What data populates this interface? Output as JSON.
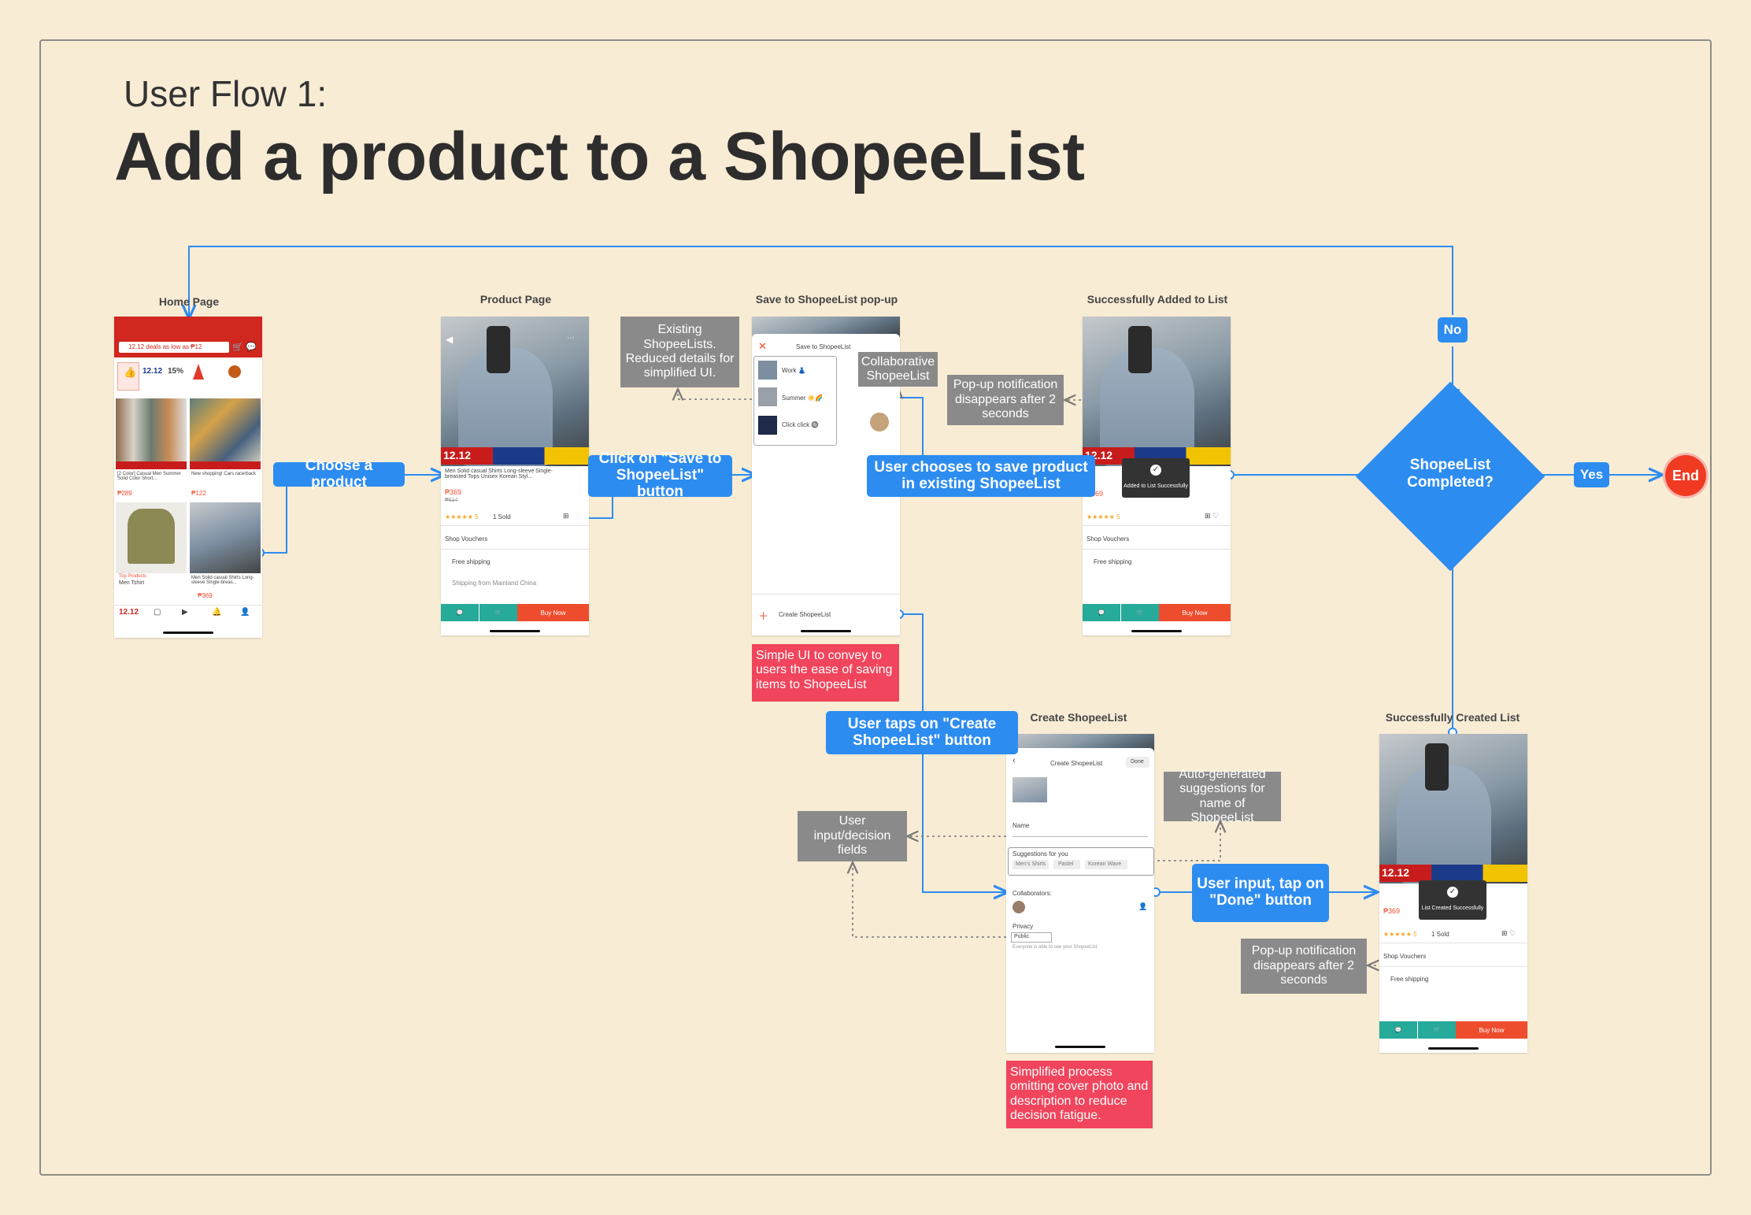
{
  "header": {
    "subtitle": "User Flow 1:",
    "title": "Add a product to a ShopeeList"
  },
  "screens": {
    "home": {
      "label": "Home Page",
      "search": "12.12 deals as low as ₱12",
      "cat1": "12.12",
      "cat2": "15%",
      "item1_name": "[2 Color] Casual Men Summer Solid Color Short...",
      "item1_price": "₱289",
      "item2_name": "New shopping! Cars racerback",
      "item2_price": "₱122",
      "item3_tag": "Top Products",
      "item3_name": "Men Tshirt",
      "item4_name": "Men Solid casual Shirts Long-sleeve Single-breas...",
      "item4_price": "₱369",
      "nav_logo": "12.12"
    },
    "product": {
      "label": "Product Page",
      "name": "Men Solid casual Shirts Long-sleeve Single-breasted Tops Unisex Korean Styl...",
      "price": "₱369",
      "old_price": "₱614",
      "sold": "1 Sold",
      "vouchers": "Shop Vouchers",
      "shipping": "Free shipping",
      "ship_from": "Shipping from Mainland China",
      "buy": "Buy Now",
      "banner": "12.12"
    },
    "popup": {
      "label": "Save to ShopeeList pop-up",
      "header": "Save to ShopeeList",
      "list1": "Work 👗",
      "list2": "Summer ☀️🌈",
      "list3": "Click click 🔘",
      "create": "Create ShopeeList"
    },
    "added": {
      "label": "Successfully Added to List",
      "toast": "Added to List Successfully",
      "price": "₱369",
      "vouchers": "Shop Vouchers",
      "shipping": "Free shipping",
      "buy": "Buy Now"
    },
    "create": {
      "label": "Create ShopeeList",
      "header": "Create ShopeeList",
      "done": "Done",
      "name_label": "Name",
      "suggest_label": "Suggestions for you",
      "chip1": "Men's Shirts",
      "chip2": "Pastel",
      "chip3": "Korean Wave",
      "collab_label": "Collaborators:",
      "privacy_label": "Privacy",
      "privacy_value": "Public",
      "privacy_hint": "Everyone is able to see your ShopeeList"
    },
    "created": {
      "label": "Successfully Created List",
      "toast": "List Created Successfully",
      "price": "₱369",
      "sold": "1 Sold",
      "vouchers": "Shop Vouchers",
      "shipping": "Free shipping",
      "buy": "Buy Now"
    }
  },
  "flow": {
    "choose": "Choose a product",
    "click_save": "Click on \"Save to ShopeeList\" button",
    "choose_existing": "User chooses to save product in existing ShopeeList",
    "taps_create": "User taps on \"Create ShopeeList\" button",
    "input_done": "User input, tap on \"Done\" button",
    "decision": "ShopeeList Completed?",
    "yes": "Yes",
    "no": "No",
    "end": "End"
  },
  "notes": {
    "existing": "Existing ShopeeLists. Reduced details for simplified UI.",
    "collab": "Collaborative ShopeeList",
    "popup_disappears_1": "Pop-up notification disappears after 2 seconds",
    "simple_ui": "Simple UI to convey to users the ease of saving items to ShopeeList",
    "auto_gen": "Auto-generated suggestions for name of ShopeeList",
    "user_input": "User input/decision fields",
    "popup_disappears_2": "Pop-up notification disappears after 2 seconds",
    "simplified": "Simplified process omitting cover photo and description to reduce decision fatigue."
  },
  "colors": {
    "background": "#f8ecd5",
    "flow_blue": "#2d8cf0",
    "note_gray": "#8a8a8a",
    "note_red": "#f0455c",
    "end_red": "#f03a22",
    "shopee_orange": "#ee4d2d"
  }
}
